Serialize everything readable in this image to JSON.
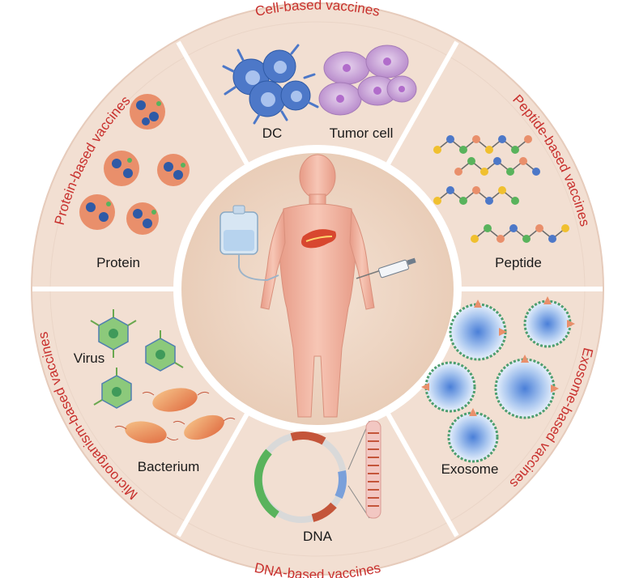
{
  "segments": {
    "cell": {
      "title": "Cell-based vaccines",
      "labels": [
        "DC",
        "Tumor cell"
      ]
    },
    "peptide": {
      "title": "Peptide-based vaccines",
      "labels": [
        "Peptide"
      ]
    },
    "exosome": {
      "title": "Exosome-based vaccines",
      "labels": [
        "Exosome"
      ]
    },
    "dna": {
      "title": "DNA-based vaccines",
      "labels": [
        "DNA"
      ]
    },
    "microorganism": {
      "title": "Microorganism-based vaccines",
      "labels": [
        "Virus",
        "Bacterium"
      ]
    },
    "protein": {
      "title": "Protein-based vaccines",
      "labels": [
        "Protein"
      ]
    }
  },
  "colors": {
    "segment_fill": "#f3e2d6",
    "segment_inner": "#f6e9e0",
    "divider": "#ffffff",
    "center_fill": "#efd9c9",
    "title_red": "#c8302d",
    "body_skin": "#f0b5a2",
    "dc_blue": "#4b74c6",
    "tumor_purple": "#c9a9d6",
    "protein_blue": "#2f5aa6",
    "protein_orange": "#e98f6b",
    "dna_green": "#59b35c",
    "dna_red": "#c4553a",
    "exosome_blue": "#5d8ed8",
    "virus_green": "#8cc97b",
    "bacterium_orange": "#f0a060"
  }
}
